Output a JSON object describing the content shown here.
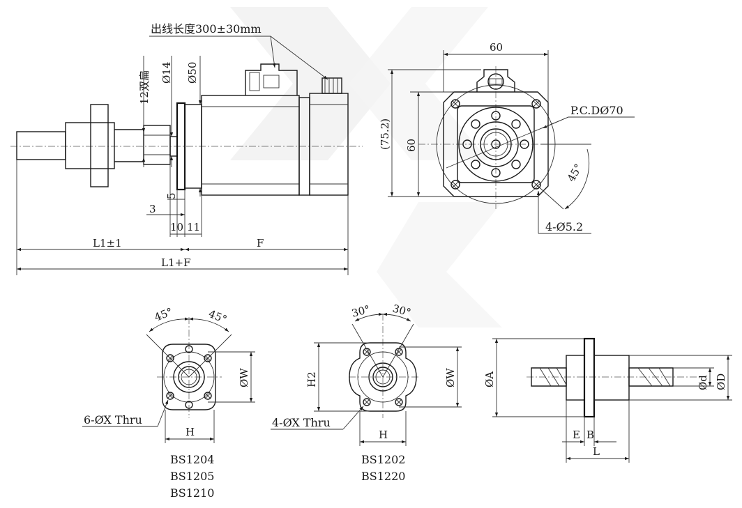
{
  "motor_side": {
    "cable_length": "出线长度300±30mm",
    "dim_12_flats": "12双扁",
    "dim_d14": "Ø14",
    "dim_d50": "Ø50",
    "dim_5": "5",
    "dim_3": "3",
    "dim_10": "10",
    "dim_11": "11",
    "dim_l1": "L1±1",
    "dim_f": "F",
    "dim_l1f": "L1+F"
  },
  "motor_front": {
    "dim_60_top": "60",
    "dim_75": "(75.2)",
    "dim_60_side": "60",
    "pcd": "P.C.DØ70",
    "angle_45": "45°",
    "holes": "4-Ø5.2"
  },
  "nut_6hole": {
    "angle_left": "45°",
    "angle_right": "45°",
    "dim_w": "ØW",
    "dim_h": "H",
    "holes": "6-ØX Thru",
    "models": [
      "BS1204",
      "BS1205",
      "BS1210"
    ]
  },
  "nut_4hole": {
    "angle_left": "30°",
    "angle_right": "30°",
    "dim_h2": "H2",
    "dim_w": "ØW",
    "dim_h": "H",
    "holes": "4-ØX Thru",
    "models": [
      "BS1202",
      "BS1220"
    ]
  },
  "nut_side": {
    "dim_a": "ØA",
    "dim_d_small": "Ød",
    "dim_d_big": "ØD",
    "dim_e": "E",
    "dim_b": "B",
    "dim_l": "L"
  }
}
